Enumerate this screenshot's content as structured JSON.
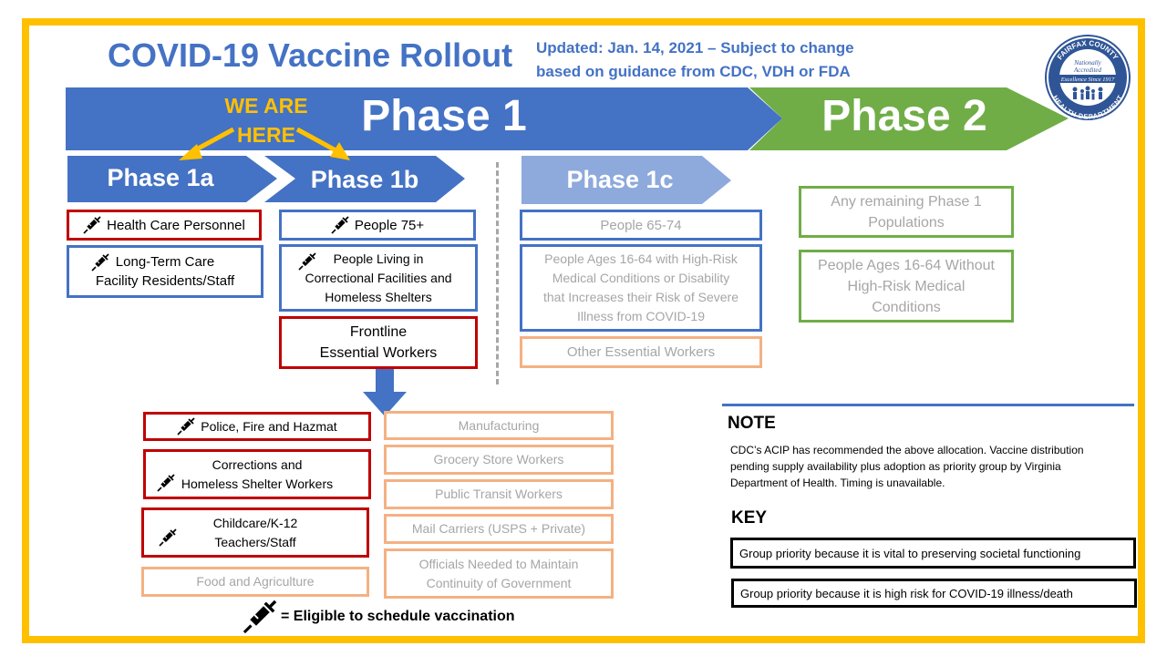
{
  "header": {
    "title": "COVID-19 Vaccine Rollout",
    "updated_line1": "Updated: Jan. 14, 2021 – Subject to change",
    "updated_line2": "based on guidance from CDC, VDH or FDA"
  },
  "seal": {
    "top_text": "FAIRFAX COUNTY",
    "center_line1": "Nationally",
    "center_line2": "Accredited",
    "center_line3": "Excellence Since 1917",
    "bottom_text": "HEALTH DEPARTMENT"
  },
  "phases": {
    "phase1": "Phase 1",
    "phase2": "Phase 2",
    "phase1a": "Phase 1a",
    "phase1b": "Phase 1b",
    "phase1c": "Phase 1c"
  },
  "we_are_here": {
    "line1": "WE ARE",
    "line2": "HERE"
  },
  "phase1a_groups": {
    "hcp": "Health Care Personnel",
    "ltc_line1": "Long-Term Care",
    "ltc_line2": "Facility Residents/Staff"
  },
  "phase1b_groups": {
    "p75": "People 75+",
    "corr_line1": "People Living in",
    "corr_line2": "Correctional Facilities and",
    "corr_line3": "Homeless Shelters",
    "front_line1": "Frontline",
    "front_line2": "Essential Workers"
  },
  "phase1c_groups": {
    "p65": "People 65-74",
    "hr_line1": "People Ages 16-64 with High-Risk",
    "hr_line2": "Medical Conditions or Disability",
    "hr_line3": "that Increases their Risk of Severe",
    "hr_line4": "Illness from COVID-19",
    "other": "Other Essential Workers"
  },
  "phase2_groups": {
    "remain_line1": "Any remaining Phase 1",
    "remain_line2": "Populations",
    "nohr_line1": "People Ages 16-64 Without",
    "nohr_line2": "High-Risk Medical",
    "nohr_line3": "Conditions"
  },
  "frontline_sub": {
    "police": "Police, Fire and Hazmat",
    "corr_line1": "Corrections and",
    "corr_line2": "Homeless Shelter Workers",
    "child_line1": "Childcare/K-12",
    "child_line2": "Teachers/Staff",
    "food": "Food and Agriculture",
    "manufacturing": "Manufacturing",
    "grocery": "Grocery Store Workers",
    "transit": "Public Transit Workers",
    "mail": "Mail Carriers (USPS + Private)",
    "officials_line1": "Officials Needed  to Maintain",
    "officials_line2": "Continuity of Government"
  },
  "note": {
    "heading": "NOTE",
    "text": "CDC’s ACIP has recommended the above allocation. Vaccine distribution pending supply availability plus adoption as priority group by Virginia Department of Health. Timing is unavailable."
  },
  "key": {
    "heading": "KEY",
    "red": "Group priority  because it is vital to preserving societal functioning",
    "blue": "Group priority  because it is high risk for COVID-19 illness/death"
  },
  "legend": {
    "text": "= Eligible to schedule vaccination"
  },
  "colors": {
    "phase1": "#4472C4",
    "phase1c": "#8EA9DB",
    "phase2": "#70AD47",
    "highlight": "#FFC000",
    "societal_border": "#C00000",
    "risk_border": "#4472C4",
    "phase2_border": "#70AD47",
    "pending_border": "#F4B183"
  },
  "icons": {
    "eligible": "syringe-icon",
    "down_arrow": "down-arrow-icon"
  }
}
